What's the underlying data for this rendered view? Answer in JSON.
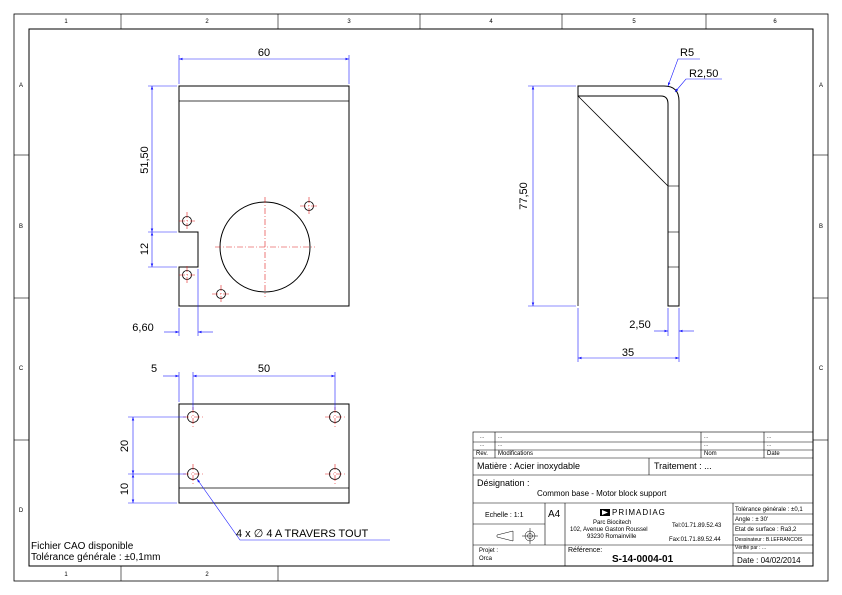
{
  "border": {
    "columns": [
      "1",
      "2",
      "3",
      "4",
      "5",
      "6"
    ],
    "rows": [
      "A",
      "B",
      "C",
      "D"
    ],
    "bottom_columns": [
      "1",
      "2"
    ]
  },
  "front_view": {
    "dim_width": "60",
    "dim_upper_height": "51,50",
    "dim_notch_height": "12",
    "dim_notch_depth": "6,60"
  },
  "side_view": {
    "radius_outer": "R5",
    "radius_inner": "R2,50",
    "dim_height": "77,50",
    "dim_thickness": "2,50",
    "dim_depth": "35"
  },
  "bottom_view": {
    "dim_offset": "5",
    "dim_spacing": "50",
    "dim_hole_y": "20",
    "dim_edge_y": "10"
  },
  "callout": {
    "text": "4 x ∅ 4 A TRAVERS TOUT"
  },
  "notes": {
    "cad_available": "Fichier CAO disponible",
    "general_tolerance": "Tolérance générale : ±0,1mm"
  },
  "title_block": {
    "revision_rows": [
      {
        "rev": "...",
        "modification": "...",
        "nom": "...",
        "date": "..."
      },
      {
        "rev": "...",
        "modification": "...",
        "nom": "...",
        "date": "..."
      }
    ],
    "rev_header": "Rev.",
    "modif_header": "Modifications",
    "nom_header": "Nom",
    "date_header": "Date",
    "material": "Matière : Acier inoxydable",
    "treatment": "Traitement : ...",
    "designation_label": "Désignation :",
    "designation": "Common base - Motor block support",
    "scale": "Echelle : 1:1",
    "format": "A4",
    "company_logo_text": "PRIMADIAG",
    "company_name": "Parc Biocitech",
    "company_address1": "102, Avenue Gaston Roussel",
    "company_address2": "93230 Romainville",
    "tel": "Tel:01.71.89.52.43",
    "fax": "Fax:01.71.89.52.44",
    "tol_general": "Tolérance générale : ±0,1",
    "tol_angle": "Angle : ± 30'",
    "surface": "Etat de surface : Ra3,2",
    "designer": "Dessinateur : B.LEFRANCOIS",
    "verified": "Vérifié par : ...",
    "project_label": "Projet :",
    "project": "Orca",
    "reference_label": "Référence:",
    "reference": "S-14-0004-01",
    "date": "Date : 04/02/2014"
  },
  "colors": {
    "line": "#000000",
    "dimension": "#1a1aff",
    "centerline": "#e02020"
  }
}
